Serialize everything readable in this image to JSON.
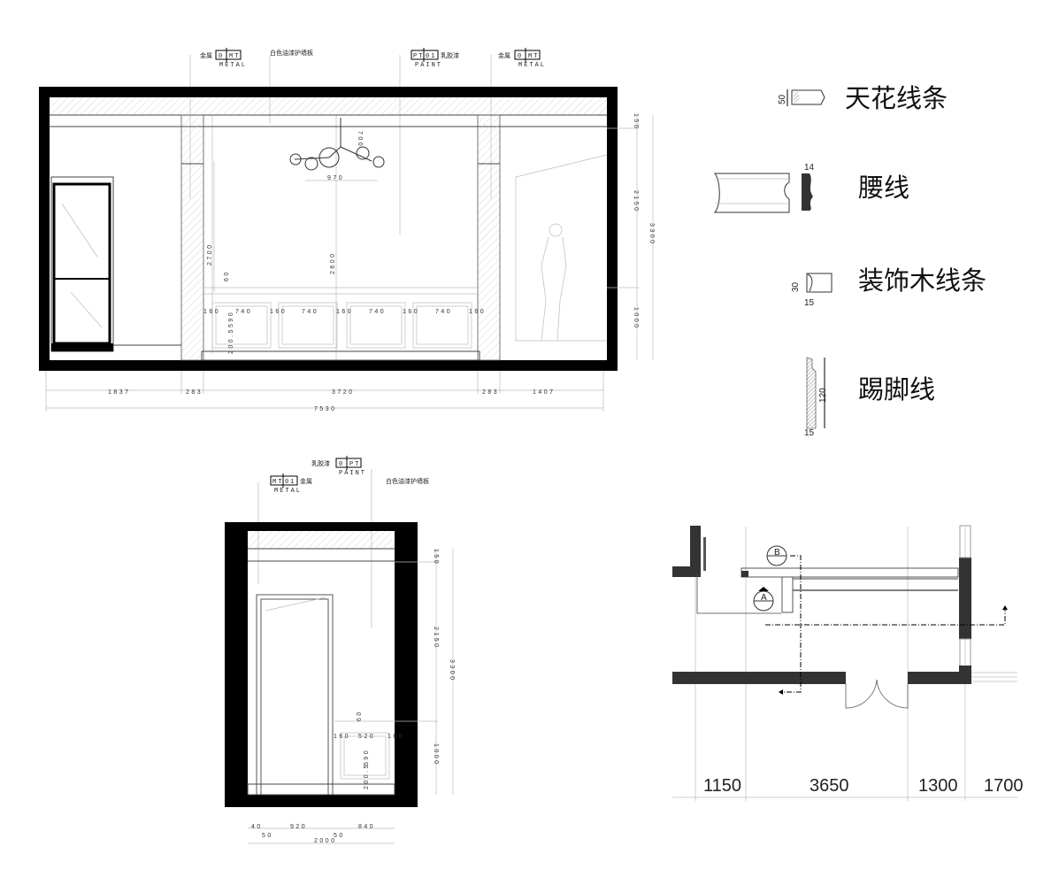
{
  "elevation_1": {
    "tags": [
      {
        "name": "金属",
        "code_a": "0",
        "code_b": "MT",
        "sub": "METAL"
      },
      {
        "note": "白色油漆护墙板"
      },
      {
        "name": "乳胶漆",
        "code_a": "PT",
        "code_b": "01",
        "sub": "PAINT"
      },
      {
        "name": "金属",
        "code_a": "0",
        "code_b": "MT",
        "sub": "METAL"
      }
    ],
    "chandelier_drop": "700",
    "chandelier_width": "970",
    "pilaster_height": "2700",
    "center_height": "2600",
    "panel_gap": "160",
    "panel_width": "740",
    "panel_top": "60",
    "panel_height": "590",
    "panel_bottom": "200.5",
    "right_dims": [
      "150",
      "2150",
      "1000"
    ],
    "total_height": "3300",
    "bottom_dims": [
      "1837",
      "283",
      "3720",
      "283",
      "1407"
    ],
    "total_width": "7530"
  },
  "elevation_2": {
    "tags": [
      {
        "name": "乳胶漆",
        "code_a": "0",
        "code_b": "PT",
        "sub": "PAINT"
      },
      {
        "name": "金属",
        "code_a": "MT",
        "code_b": "01",
        "sub": "METAL"
      },
      {
        "note": "白色油漆护墙板"
      }
    ],
    "panel_gap": "160",
    "panel_width": "520",
    "panel_top": "60",
    "panel_height": "590",
    "panel_bottom": "200.5",
    "right_dims": [
      "150",
      "2150",
      "1000"
    ],
    "total_height": "3300",
    "bottom_dims": [
      "40",
      "920",
      "840"
    ],
    "bottom_sub": [
      "50",
      "50"
    ],
    "total_width": "2000"
  },
  "legend": [
    {
      "label": "天花线条",
      "dim": "50"
    },
    {
      "label": "腰线",
      "dim": "14"
    },
    {
      "label": "装饰木线条",
      "dim": "30",
      "dim2": "15"
    },
    {
      "label": "踢脚线",
      "dim": "120",
      "dim2": "15"
    }
  ],
  "plan": {
    "section_marks": [
      "B",
      "A"
    ],
    "dims": [
      "1150",
      "3650",
      "1300",
      "1700"
    ]
  },
  "colors": {
    "wall": "#000000",
    "plan_wall": "#333333",
    "guide": "#bbbbbb"
  }
}
